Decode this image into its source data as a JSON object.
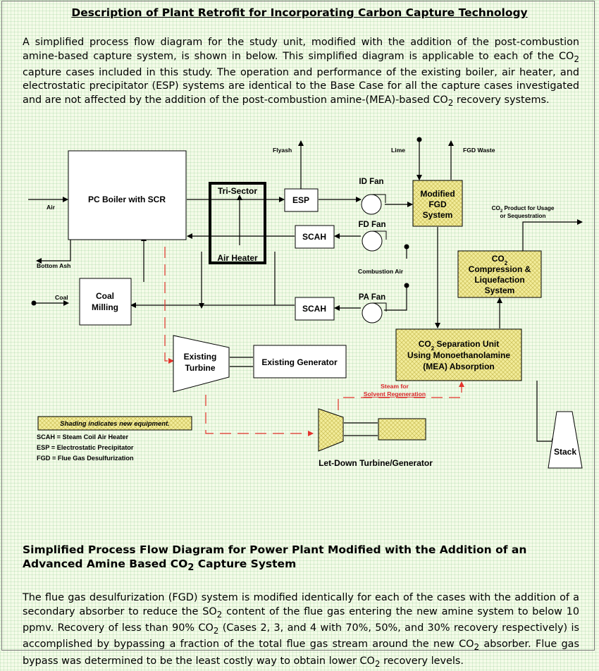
{
  "document": {
    "title": "Description of Plant Retrofit for Incorporating Carbon Capture Technology",
    "intro": {
      "p1": "A simplified process flow diagram for the study unit, modified with the addition of the post-combustion amine-based capture system, is shown in below. This simplified diagram is applicable to each of the CO",
      "p2": " capture cases included in this study. The operation and performance of the existing boiler, air heater, and electrostatic precipitator (ESP) systems are identical to the Base Case for all the capture cases investigated and are not affected by the addition of the post-combustion amine-(MEA)-based CO",
      "p3": " recovery systems."
    },
    "caption": {
      "p1": "Simplified Process Flow Diagram for Power Plant Modified with the Addition of an Advanced Amine Based CO",
      "p2": " Capture System"
    },
    "closing": {
      "p1": "The flue gas desulfurization (FGD) system is modified identically for each of the cases with the addition of a secondary absorber to reduce the SO",
      "p2": " content of the flue gas entering the new amine system to below 10 ppmv. Recovery of less than 90% CO",
      "p3": " (Cases 2, 3, and 4 with 70%, 50%, and 30% recovery respectively) is accomplished by bypassing a fraction of the total flue gas stream around the new CO",
      "p4": " absorber. Flue gas bypass was determined to be the least costly way to obtain lower CO",
      "p5": " recovery levels."
    },
    "subscript_2": "2"
  },
  "diagram": {
    "boiler": "PC Boiler with SCR",
    "tri_sector": "Tri-Sector",
    "air_heater": "Air Heater",
    "esp": "ESP",
    "scah": "SCAH",
    "id_fan": "ID Fan",
    "fd_fan": "FD Fan",
    "pa_fan": "PA Fan",
    "fgd": [
      "Modified",
      "FGD",
      "System"
    ],
    "co2_compression": [
      "CO",
      "Compression &",
      "Liquefaction",
      "System"
    ],
    "co2_separation": [
      "CO",
      " Separation Unit",
      "Using Monoethanolamine",
      "(MEA) Absorption"
    ],
    "coal_milling": [
      "Coal",
      "Milling"
    ],
    "existing_turbine": [
      "Existing",
      "Turbine"
    ],
    "existing_generator": "Existing Generator",
    "letdown": "Let-Down Turbine/Generator",
    "stack": "Stack",
    "flows": {
      "flyash": "Flyash",
      "lime": "Lime",
      "fgd_waste": "FGD Waste",
      "air": "Air",
      "bottom_ash": "Bottom Ash",
      "coal": "Coal",
      "combustion_air": "Combustion Air",
      "co2_product": [
        "CO",
        " Product for Usage",
        "or Sequestration"
      ],
      "steam": [
        "Steam for",
        "Solvent Regeneration"
      ]
    },
    "legend": {
      "shading": "Shading indicates new equipment.",
      "scah": "SCAH = Steam Coil Air Heater",
      "esp": "ESP = Electrostatic Precipitator",
      "fgd": "FGD = Flue Gas Desulfurization"
    }
  },
  "colors": {
    "background": "#f4fbe8",
    "new_equipment": "#f2ec9a",
    "steam_line": "#e4332c"
  }
}
